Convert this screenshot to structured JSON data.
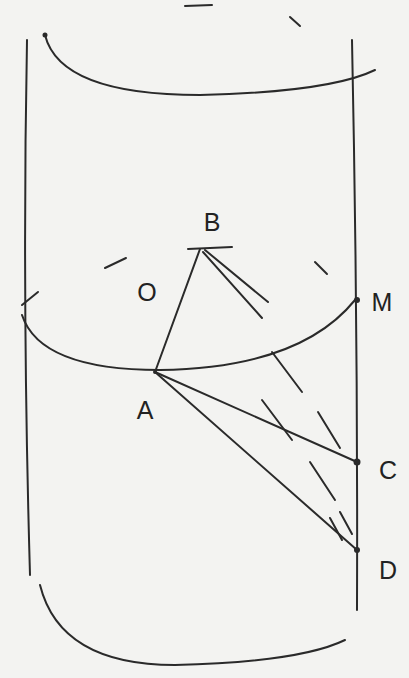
{
  "diagram": {
    "labels": [
      "B",
      "O",
      "M",
      "A",
      "C",
      "D"
    ]
  }
}
